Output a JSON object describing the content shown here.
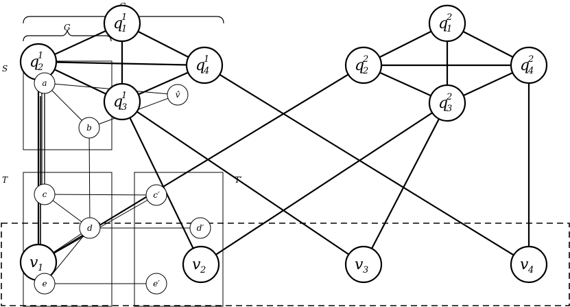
{
  "labels": {
    "brace_top": "G",
    "brace_inner": "G",
    "set_s": "S",
    "set_t": "T",
    "set_t_prime": "T′"
  },
  "big_nodes": [
    {
      "id": "q1_1",
      "base": "q",
      "sub": "1",
      "sup": "1"
    },
    {
      "id": "q2_1",
      "base": "q",
      "sub": "2",
      "sup": "1"
    },
    {
      "id": "q3_1",
      "base": "q",
      "sub": "3",
      "sup": "1"
    },
    {
      "id": "q4_1",
      "base": "q",
      "sub": "4",
      "sup": "1"
    },
    {
      "id": "q1_2",
      "base": "q",
      "sub": "1",
      "sup": "2"
    },
    {
      "id": "q2_2",
      "base": "q",
      "sub": "2",
      "sup": "2"
    },
    {
      "id": "q3_2",
      "base": "q",
      "sub": "3",
      "sup": "2"
    },
    {
      "id": "q4_2",
      "base": "q",
      "sub": "4",
      "sup": "2"
    },
    {
      "id": "v1",
      "base": "v",
      "sub": "1",
      "sup": ""
    },
    {
      "id": "v2",
      "base": "v",
      "sub": "2",
      "sup": ""
    },
    {
      "id": "v3",
      "base": "v",
      "sub": "3",
      "sup": ""
    },
    {
      "id": "v4",
      "base": "v",
      "sub": "4",
      "sup": ""
    }
  ],
  "small_nodes": [
    {
      "id": "a",
      "label": "a"
    },
    {
      "id": "b",
      "label": "b"
    },
    {
      "id": "vhat",
      "label": "v̂"
    },
    {
      "id": "c",
      "label": "c"
    },
    {
      "id": "cp",
      "label": "c′"
    },
    {
      "id": "d",
      "label": "d"
    },
    {
      "id": "dp",
      "label": "d′"
    },
    {
      "id": "e",
      "label": "e"
    },
    {
      "id": "ep",
      "label": "e′"
    }
  ],
  "thick_edges": [
    [
      "q1_1",
      "q2_1"
    ],
    [
      "q1_1",
      "q3_1"
    ],
    [
      "q1_1",
      "q4_1"
    ],
    [
      "q2_1",
      "q3_1"
    ],
    [
      "q2_1",
      "q4_1"
    ],
    [
      "q3_1",
      "q4_1"
    ],
    [
      "q1_2",
      "q2_2"
    ],
    [
      "q1_2",
      "q3_2"
    ],
    [
      "q1_2",
      "q4_2"
    ],
    [
      "q2_2",
      "q3_2"
    ],
    [
      "q2_2",
      "q4_2"
    ],
    [
      "q3_2",
      "q4_2"
    ],
    [
      "q3_1",
      "v2"
    ],
    [
      "q3_1",
      "v3"
    ],
    [
      "q4_1",
      "v4"
    ],
    [
      "q2_2",
      "v1"
    ],
    [
      "q3_2",
      "v2"
    ],
    [
      "q3_2",
      "v3"
    ],
    [
      "q4_2",
      "v4"
    ],
    [
      "q2_1",
      "v1"
    ]
  ],
  "thin_edges": [
    [
      "a",
      "vhat"
    ],
    [
      "a",
      "b"
    ],
    [
      "b",
      "vhat"
    ],
    [
      "b",
      "d"
    ],
    [
      "c",
      "cp"
    ],
    [
      "c",
      "d"
    ],
    [
      "d",
      "dp"
    ],
    [
      "d",
      "e"
    ],
    [
      "d",
      "v1"
    ],
    [
      "e",
      "ep"
    ],
    [
      "a",
      "c"
    ],
    [
      "cp",
      "v1"
    ]
  ]
}
